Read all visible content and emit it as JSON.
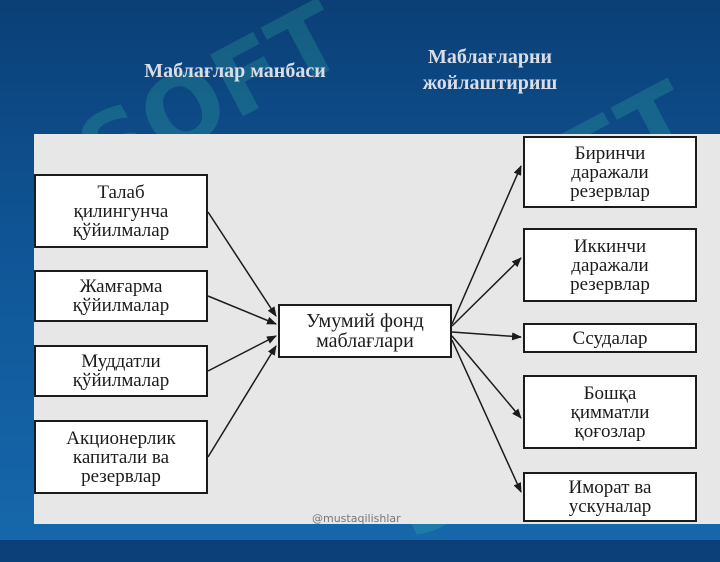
{
  "headings": {
    "sources": "Маблағлар манбаси",
    "placement": "Маблағларни\nжойлаштириш"
  },
  "sources": [
    "Талаб\nқилингунча\nқўйилмалар",
    "Жамғарма\nқўйилмалар",
    "Муддатли\nқўйилмалар",
    "Акционерлик\nкапитали ва\nрезервлар"
  ],
  "center": "Умумий фонд\nмаблағлари",
  "placements": [
    "Биринчи\nдаражали\nрезервлар",
    "Иккинчи\nдаражали\nрезервлар",
    "Ссудалар",
    "Бошқа\nқимматли\nқоғозлар",
    "Иморат ва\nускуналар"
  ],
  "watermark": "SOFT",
  "footer": "@mustaqilishlar",
  "colors": {
    "background": "#0f5596",
    "panel": "#e7e7e7",
    "box_border": "#1b1b1b"
  }
}
